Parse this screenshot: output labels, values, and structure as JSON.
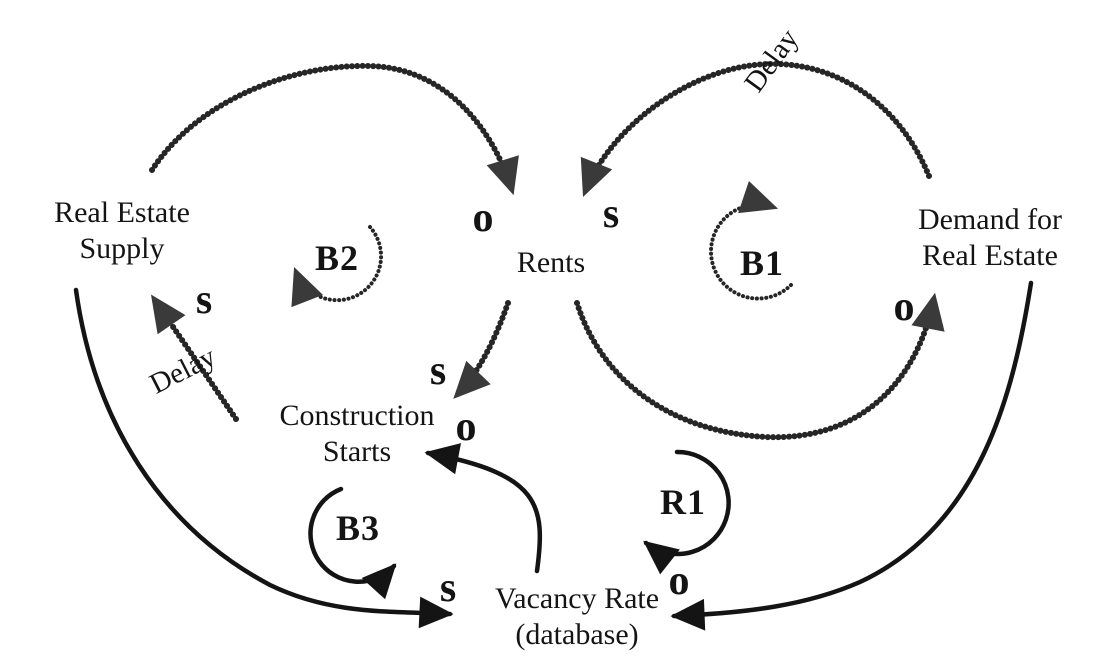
{
  "diagram": {
    "background": "#ffffff",
    "ink": "#161616",
    "halftone_gray": "#3a3a3a",
    "nodes": {
      "supply": {
        "line1": "Real Estate",
        "line2": "Supply"
      },
      "rents": {
        "label": "Rents"
      },
      "demand": {
        "line1": "Demand for",
        "line2": "Real Estate"
      },
      "construction": {
        "line1": "Construction",
        "line2": "Starts"
      },
      "vacancy": {
        "line1": "Vacancy Rate",
        "line2": "(database)"
      }
    },
    "loops": {
      "b1": {
        "label": "B1"
      },
      "b2": {
        "label": "B2"
      },
      "b3": {
        "label": "B3"
      },
      "r1": {
        "label": "R1"
      }
    },
    "links": {
      "supply_to_rents": {
        "polarity": "o"
      },
      "demand_to_rents": {
        "polarity": "s",
        "delay": "Delay"
      },
      "rents_to_demand": {
        "polarity": "o"
      },
      "rents_to_construction": {
        "polarity": "s"
      },
      "construction_to_supply": {
        "polarity": "s",
        "delay": "Delay"
      },
      "supply_to_vacancy": {
        "polarity": "s"
      },
      "vacancy_to_construction": {
        "polarity": "o"
      },
      "demand_to_vacancy": {
        "polarity": "o"
      }
    }
  }
}
